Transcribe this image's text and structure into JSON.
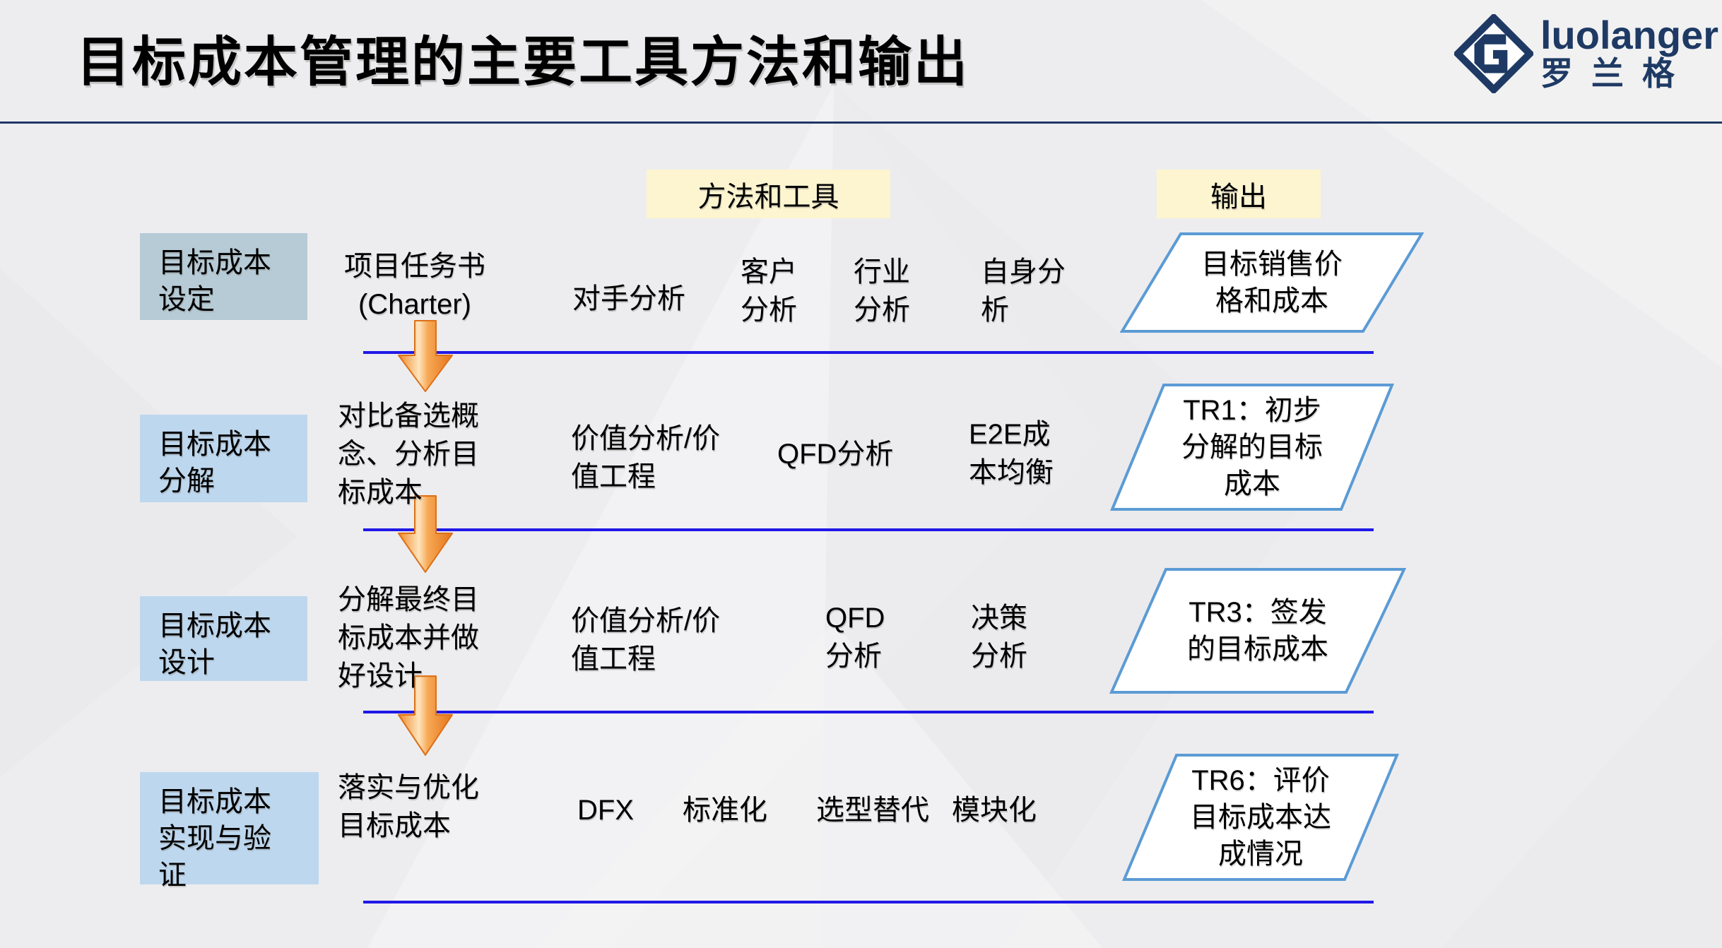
{
  "slide": {
    "title": "目标成本管理的主要工具方法和输出",
    "logo": {
      "brand": "luolanger",
      "brand_cn": "罗兰格",
      "icon": "diamond-g-logo-icon"
    },
    "headers": {
      "methods": "方法和工具",
      "output": "输出"
    },
    "rows": [
      {
        "stage": "目标成本\n设定",
        "activity": "项目任务书\n(Charter)",
        "methods": [
          "对手分析",
          "客户\n分析",
          "行业\n分析",
          "自身分\n析"
        ],
        "output": "目标销售价\n格和成本"
      },
      {
        "stage": "目标成本\n分解",
        "activity": "对比备选概\n念、分析目\n标成本",
        "methods": [
          "价值分析/价\n值工程",
          "QFD分析",
          "E2E成\n本均衡"
        ],
        "output": "TR1：初步\n分解的目标\n成本"
      },
      {
        "stage": "目标成本\n设计",
        "activity": "分解最终目\n标成本并做\n好设计",
        "methods": [
          "价值分析/价\n值工程",
          "QFD\n分析",
          "决策\n分析"
        ],
        "output": "TR3：签发\n的目标成本"
      },
      {
        "stage": "目标成本\n实现与验\n证",
        "activity": "落实与优化\n目标成本",
        "methods": [
          "DFX",
          "标准化",
          "选型替代",
          "模块化"
        ],
        "output": "TR6：评价\n目标成本达\n成情况"
      }
    ],
    "colors": {
      "stage_box_first": "#b6cbd5",
      "stage_box": "#bdd7ee",
      "header_bg": "#fdf5d0",
      "parallelogram_border": "#5b9bd5",
      "separator_blue": "#2018e6",
      "arrow_orange": "#ed7d31",
      "brand_navy": "#1e3a64",
      "background": "#ededef"
    }
  }
}
